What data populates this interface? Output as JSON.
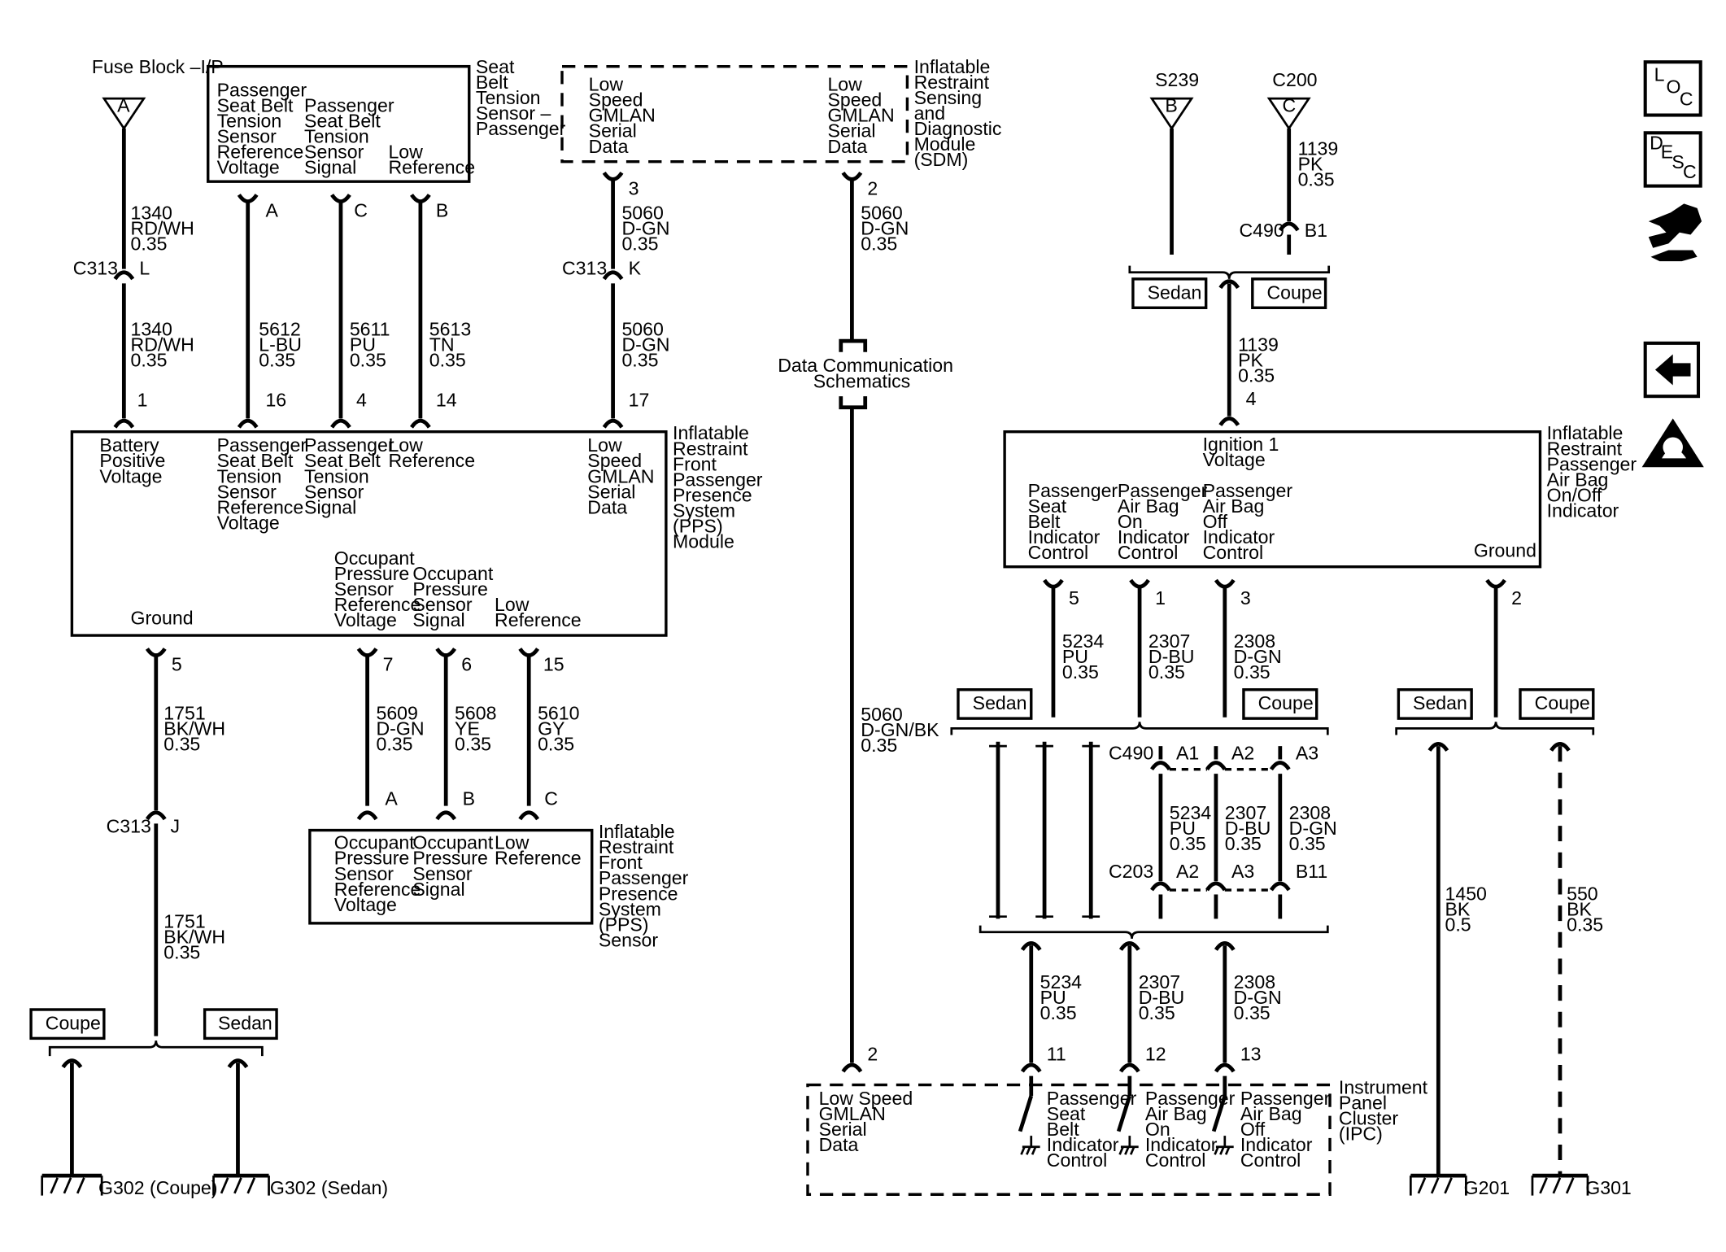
{
  "fuse": {
    "name": "Fuse Block –I/P",
    "pin": "A"
  },
  "c313": "C313",
  "c490": "C490",
  "c203": "C203",
  "splice_s239": {
    "name": "S239",
    "pin": "B"
  },
  "conn_c200": {
    "name": "C200",
    "pin": "C"
  },
  "seat_belt_sensor": {
    "name": "Seat Belt Tension Sensor – Passenger",
    "ref_label": "Passenger Seat Belt Tension Sensor Reference Voltage",
    "signal_label": "Passenger Seat Belt Tension Sensor Signal",
    "low_ref_label": "Low Reference",
    "pins": [
      "A",
      "C",
      "B"
    ]
  },
  "sdm": {
    "name": "Inflatable Restraint Sensing and Diagnostic Module (SDM)",
    "left_label": "Low Speed GMLAN Serial Data",
    "right_label": "Low Speed GMLAN Serial Data",
    "pins": [
      "3",
      "2"
    ]
  },
  "pps_module": {
    "name": "Inflatable Restraint Front Passenger Presence System (PPS) Module",
    "battery_label": "Battery Positive Voltage",
    "sbts_ref_label": "Passenger Seat Belt Tension Sensor Reference Voltage",
    "sbts_signal_label": "Passenger Seat Belt Tension Sensor Signal",
    "low_ref_label": "Low Reference",
    "gmlan_label": "Low Speed GMLAN Serial Data",
    "ops_ref_label": "Occupant Pressure Sensor Reference Voltage",
    "ops_signal_label": "Occupant Pressure Sensor Signal",
    "ops_low_ref_label": "Low Reference",
    "ground_label": "Ground",
    "top_pins": [
      "1",
      "16",
      "4",
      "14",
      "17"
    ],
    "bottom_pins": [
      "5",
      "7",
      "6",
      "15"
    ]
  },
  "pps_sensor": {
    "name": "Inflatable Restraint Front Passenger Presence System (PPS) Sensor",
    "ref_label": "Occupant Pressure Sensor Reference Voltage",
    "signal_label": "Occupant Pressure Sensor Signal",
    "low_ref_label": "Low Reference",
    "pins": [
      "A",
      "B",
      "C"
    ]
  },
  "indicator": {
    "name": "Inflatable Restraint Passenger Air Bag On/Off Indicator",
    "ignition_label": "Ignition 1 Voltage",
    "belt_label": "Passenger Seat Belt Indicator Control",
    "on_label": "Passenger Air Bag On Indicator Control",
    "off_label": "Passenger Air Bag Off Indicator Control",
    "ground_label": "Ground",
    "pins": [
      "4",
      "5",
      "1",
      "3",
      "2"
    ]
  },
  "ipc": {
    "name": "Instrument Panel Cluster (IPC)",
    "gmlan_label": "Low Speed GMLAN Serial Data",
    "belt_label": "Passenger Seat Belt Indicator Control",
    "on_label": "Passenger Air Bag On Indicator Control",
    "off_label": "Passenger Air Bag Off Indicator Control",
    "pins": [
      "2",
      "11",
      "12",
      "13"
    ]
  },
  "data_comm": "Data Communication Schematics",
  "variants": {
    "sedan": "Sedan",
    "coupe": "Coupe"
  },
  "grounds": [
    "G302 (Coupe)",
    "G302 (Sedan)",
    "G201",
    "G301"
  ],
  "wires": {
    "w1340": [
      "1340",
      "RD/WH",
      "0.35"
    ],
    "w5612": [
      "5612",
      "L-BU",
      "0.35"
    ],
    "w5611": [
      "5611",
      "PU",
      "0.35"
    ],
    "w5613": [
      "5613",
      "TN",
      "0.35"
    ],
    "w5060": [
      "5060",
      "D-GN",
      "0.35"
    ],
    "w5060b": [
      "5060",
      "D-GN/BK",
      "0.35"
    ],
    "w1751": [
      "1751",
      "BK/WH",
      "0.35"
    ],
    "w5609": [
      "5609",
      "D-GN",
      "0.35"
    ],
    "w5608": [
      "5608",
      "YE",
      "0.35"
    ],
    "w5610": [
      "5610",
      "GY",
      "0.35"
    ],
    "w1139": [
      "1139",
      "PK",
      "0.35"
    ],
    "w5234": [
      "5234",
      "PU",
      "0.35"
    ],
    "w2307": [
      "2307",
      "D-BU",
      "0.35"
    ],
    "w2308": [
      "2308",
      "D-GN",
      "0.35"
    ],
    "w1450": [
      "1450",
      "BK",
      "0.5"
    ],
    "w550": [
      "550",
      "BK",
      "0.35"
    ]
  },
  "pins": {
    "c313_l": "L",
    "c313_k": "K",
    "c313_j": "J",
    "c490_b1": "B1",
    "a1": "A1",
    "a2": "A2",
    "a3": "A3",
    "b11": "B11"
  },
  "icons": [
    "loc-icon",
    "desc-icon",
    "connector-end-view-icon",
    "back-arrow-icon",
    "sir-caution-icon"
  ]
}
